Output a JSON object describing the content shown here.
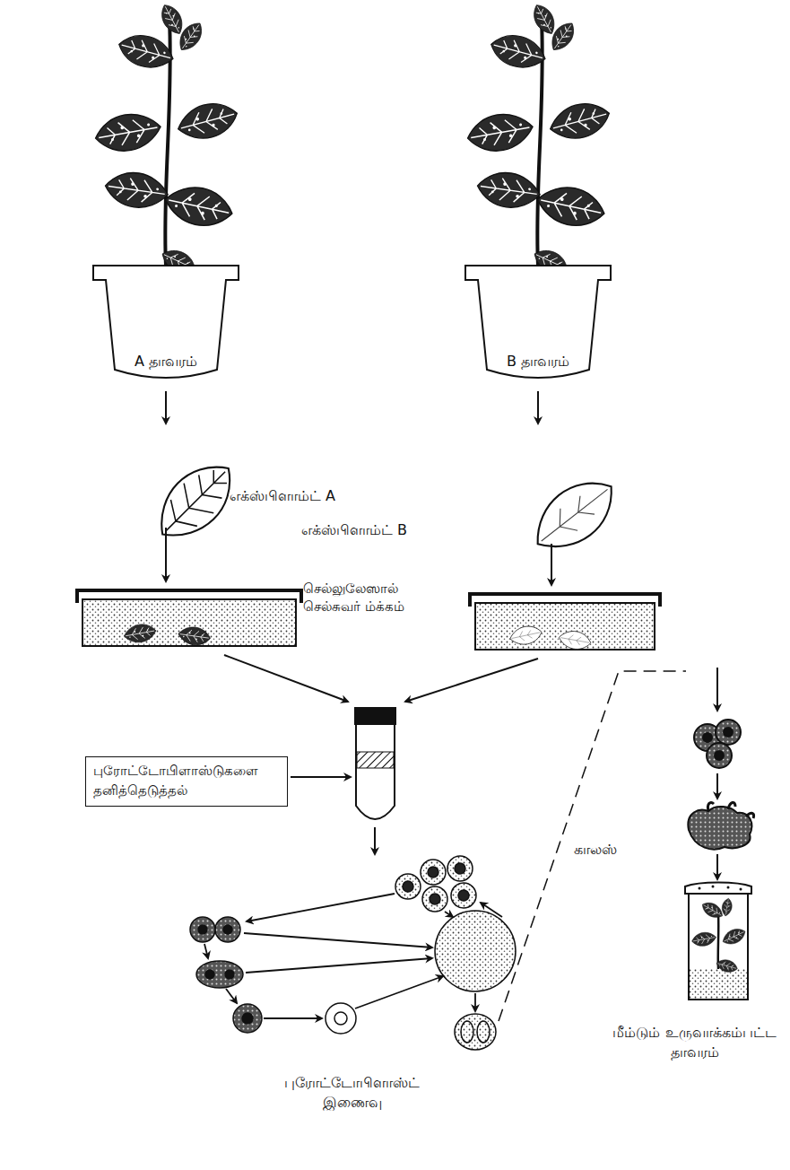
{
  "diagram": {
    "nodes": [
      {
        "text": [
          "A தாவரம்"
        ]
      },
      {
        "text": [
          "B தாவரம்"
        ]
      },
      {
        "text": [
          "புரோட்டோபிளாஸ்டுகளை தனித்தெடுத்தல்"
        ]
      }
    ],
    "labels": [
      "எக்ஸ்பிளாம்ட் A",
      "எக்ஸ்பிளாம்ட் B",
      "செல்லுலேஸால் செல்சுவர் ம்க்கம்",
      "புரோட்டோபிளாஸ்ட் இணைவு",
      "காலஸ்",
      "மீம்டும் உருவாக்கம்பட்ட தாவரம்"
    ]
  }
}
